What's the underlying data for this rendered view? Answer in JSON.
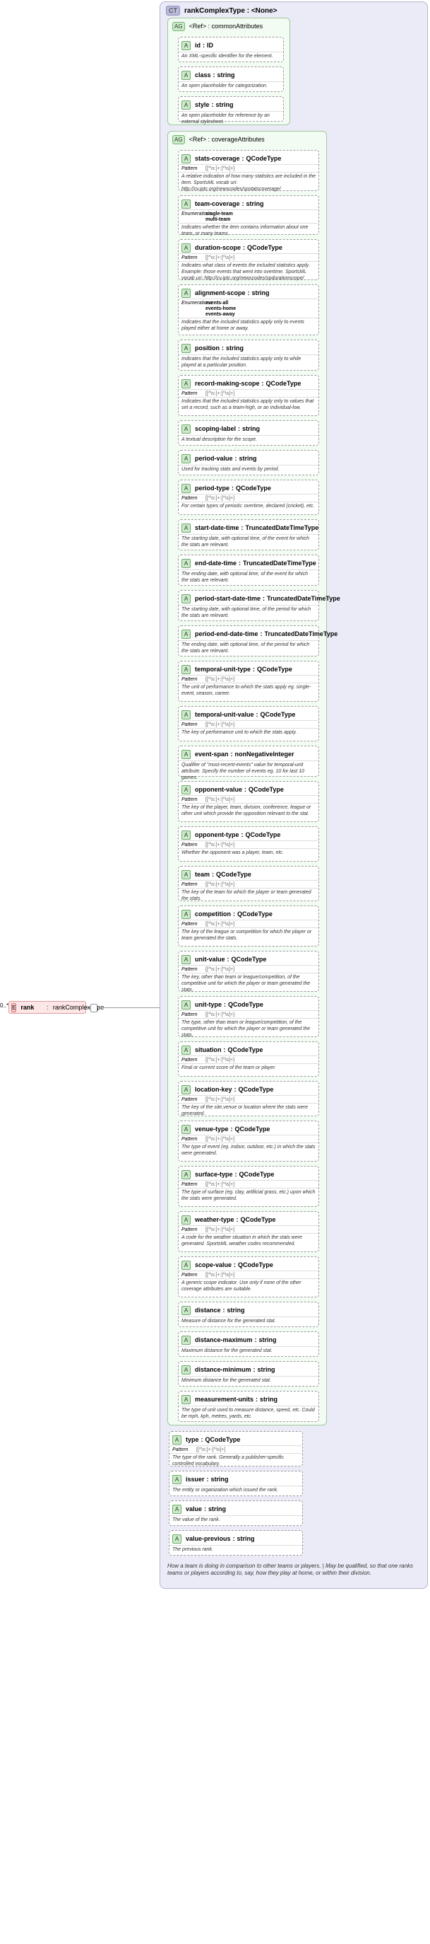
{
  "multiplicity": "0..*",
  "element": {
    "icon": "E",
    "name": "rank",
    "sep": ":",
    "type": "rankComplexType"
  },
  "complex_type": {
    "tag": "CT",
    "title": "rankComplexType : <None>",
    "doc": "How a team is doing in comparison to other teams or players. | May be qualified, so that one ranks teams or players according to, say, how they play at home, or within their division."
  },
  "common_group": {
    "tag": "AG",
    "title": "<Ref>     : commonAttributes",
    "attributes": [
      {
        "name": "id",
        "sep": ":",
        "type": "ID",
        "doc": "An XML-specific identifier for the element."
      },
      {
        "name": "class",
        "sep": ":",
        "type": "string",
        "doc": "An open placeholder for categorization."
      },
      {
        "name": "style",
        "sep": ":",
        "type": "string",
        "doc": "An open placeholder for reference by an external stylesheet."
      }
    ]
  },
  "coverage_group": {
    "tag": "AG",
    "title": "<Ref>     : coverageAttributes",
    "attributes": [
      {
        "name": "stats-coverage",
        "sep": ":",
        "type": "QCodeType",
        "facet_label": "Pattern",
        "facet_value": "[[^\\s:]+:[^\\s]+]",
        "doc": "A relative indication of how many statistics are included in the item. SportsML vocab uri: http://cv.iptc.org/newscodes/spstatscoverage/"
      },
      {
        "name": "team-coverage",
        "sep": ":",
        "type": "string",
        "facet_label": "Enumerations",
        "facet_value": "single-team\nmulti-team",
        "enum": true,
        "doc": "Indicates whether the item contains information about one team, or many teams."
      },
      {
        "name": "duration-scope",
        "sep": ":",
        "type": "QCodeType",
        "facet_label": "Pattern",
        "facet_value": "[[^\\s:]+:[^\\s]+]",
        "doc": "Indicates what class of events the included statistics apply. Example: those events that went into overtime. SportsML vocab uri: http://cv.iptc.org/newscodes/spdurationscope/"
      },
      {
        "name": "alignment-scope",
        "sep": ":",
        "type": "string",
        "facet_label": "Enumerations",
        "facet_value": "events-all\nevents-home\nevents-away",
        "enum": true,
        "doc": "Indicates that the included statistics apply only to events played either at home or away."
      },
      {
        "name": "position",
        "sep": ":",
        "type": "string",
        "doc": "Indicates that the included statistics apply only to while played at a particular position."
      },
      {
        "name": "record-making-scope",
        "sep": ":",
        "type": "QCodeType",
        "facet_label": "Pattern",
        "facet_value": "[[^\\s:]+:[^\\s]+]",
        "doc": "Indicates that the included statistics apply only to values that set a record, such as a team-high, or an individual-low."
      },
      {
        "name": "scoping-label",
        "sep": ":",
        "type": "string",
        "doc": "A textual description for the scope."
      },
      {
        "name": "period-value",
        "sep": ":",
        "type": "string",
        "doc": "Used for tracking stats and events by period."
      },
      {
        "name": "period-type",
        "sep": ":",
        "type": "QCodeType",
        "facet_label": "Pattern",
        "facet_value": "[[^\\s:]+:[^\\s]+]",
        "doc": "For certain types of periods: overtime, declared (cricket), etc."
      },
      {
        "name": "start-date-time",
        "sep": ":",
        "type": "TruncatedDateTimeType",
        "doc": "The starting date, with optional time, of the event for which the stats are relevant."
      },
      {
        "name": "end-date-time",
        "sep": ":",
        "type": "TruncatedDateTimeType",
        "doc": "The ending date, with optional time, of the event for which the stats are relevant."
      },
      {
        "name": "period-start-date-time",
        "sep": ":",
        "type": "TruncatedDateTimeType",
        "doc": "The starting date, with optional time, of the period for which the stats are relevant."
      },
      {
        "name": "period-end-date-time",
        "sep": ":",
        "type": "TruncatedDateTimeType",
        "doc": "The ending date, with optional time, of the period for which the stats are relevant."
      },
      {
        "name": "temporal-unit-type",
        "sep": ":",
        "type": "QCodeType",
        "facet_label": "Pattern",
        "facet_value": "[[^\\s:]+:[^\\s]+]",
        "doc": "The unit of performance to which the stats apply eg. single-event, season, career."
      },
      {
        "name": "temporal-unit-value",
        "sep": ":",
        "type": "QCodeType",
        "facet_label": "Pattern",
        "facet_value": "[[^\\s:]+:[^\\s]+]",
        "doc": "The key of performance unit to which the stats apply."
      },
      {
        "name": "event-span",
        "sep": ":",
        "type": "nonNegativeInteger",
        "doc": "Qualifier of \"most-recent-events\" value for temporal-unit attribute. Specify the number of events eg. 10 for last 10 games."
      },
      {
        "name": "opponent-value",
        "sep": ":",
        "type": "QCodeType",
        "facet_label": "Pattern",
        "facet_value": "[[^\\s:]+:[^\\s]+]",
        "doc": "The key of the player, team, division, conference, league or other unit which provide the opposition relevant to the stat."
      },
      {
        "name": "opponent-type",
        "sep": ":",
        "type": "QCodeType",
        "facet_label": "Pattern",
        "facet_value": "[[^\\s:]+:[^\\s]+]",
        "doc": "Whether the opponent was a player, team, etc."
      },
      {
        "name": "team",
        "sep": ":",
        "type": "QCodeType",
        "facet_label": "Pattern",
        "facet_value": "[[^\\s:]+:[^\\s]+]",
        "doc": "The key of the team for which the player or team generated the stats."
      },
      {
        "name": "competition",
        "sep": ":",
        "type": "QCodeType",
        "facet_label": "Pattern",
        "facet_value": "[[^\\s:]+:[^\\s]+]",
        "doc": "The key of the league or competition for which the player or team generated the stats."
      },
      {
        "name": "unit-value",
        "sep": ":",
        "type": "QCodeType",
        "facet_label": "Pattern",
        "facet_value": "[[^\\s:]+:[^\\s]+]",
        "doc": "The key, other than team or league/competition, of the competitive unit for which the player or team generated the stats."
      },
      {
        "name": "unit-type",
        "sep": ":",
        "type": "QCodeType",
        "facet_label": "Pattern",
        "facet_value": "[[^\\s:]+:[^\\s]+]",
        "doc": "The type, other than team or league/competition, of the competitive unit for which the player or team generated the stats."
      },
      {
        "name": "situation",
        "sep": ":",
        "type": "QCodeType",
        "facet_label": "Pattern",
        "facet_value": "[[^\\s:]+:[^\\s]+]",
        "doc": "Final or current score of the team or player."
      },
      {
        "name": "location-key",
        "sep": ":",
        "type": "QCodeType",
        "facet_label": "Pattern",
        "facet_value": "[[^\\s:]+:[^\\s]+]",
        "doc": "The key of the site,venue or location where the stats were generated."
      },
      {
        "name": "venue-type",
        "sep": ":",
        "type": "QCodeType",
        "facet_label": "Pattern",
        "facet_value": "[[^\\s:]+:[^\\s]+]",
        "doc": "The type of event (eg. indoor, outdoor, etc.) in which the stats were generated."
      },
      {
        "name": "surface-type",
        "sep": ":",
        "type": "QCodeType",
        "facet_label": "Pattern",
        "facet_value": "[[^\\s:]+:[^\\s]+]",
        "doc": "The type of surface (eg. clay, artificial grass, etc.) upon which the stats were generated."
      },
      {
        "name": "weather-type",
        "sep": ":",
        "type": "QCodeType",
        "facet_label": "Pattern",
        "facet_value": "[[^\\s:]+:[^\\s]+]",
        "doc": "A code for the weather situation in which the stats were generated. SportsML weather codes recommended."
      },
      {
        "name": "scope-value",
        "sep": ":",
        "type": "QCodeType",
        "facet_label": "Pattern",
        "facet_value": "[[^\\s:]+:[^\\s]+]",
        "doc": "A generic scope indicator. Use only if none of the other coverage attributes are suitable."
      },
      {
        "name": "distance",
        "sep": ":",
        "type": "string",
        "doc": "Measure of distance for the generated stat."
      },
      {
        "name": "distance-maximum",
        "sep": ":",
        "type": "string",
        "doc": "Maximum distance for the generated stat."
      },
      {
        "name": "distance-minimum",
        "sep": ":",
        "type": "string",
        "doc": "Minimum distance for the generated stat."
      },
      {
        "name": "measurement-units",
        "sep": ":",
        "type": "string",
        "doc": "The type of unit used to measure distance, speed, etc. Could be mph, kph, metres, yards, etc."
      }
    ]
  },
  "direct_attributes": [
    {
      "name": "type",
      "sep": ":",
      "type": "QCodeType",
      "facet_label": "Pattern",
      "facet_value": "[[^\\s:]+:[^\\s]+]",
      "doc": "The type of the rank. Generally a publisher-specific controlled vocabulary."
    },
    {
      "name": "issuer",
      "sep": ":",
      "type": "string",
      "doc": "The entity or organization which issued the rank."
    },
    {
      "name": "value",
      "sep": ":",
      "type": "string",
      "doc": "The value of the rank."
    },
    {
      "name": "value-previous",
      "sep": ":",
      "type": "string",
      "doc": "The previous rank."
    }
  ]
}
